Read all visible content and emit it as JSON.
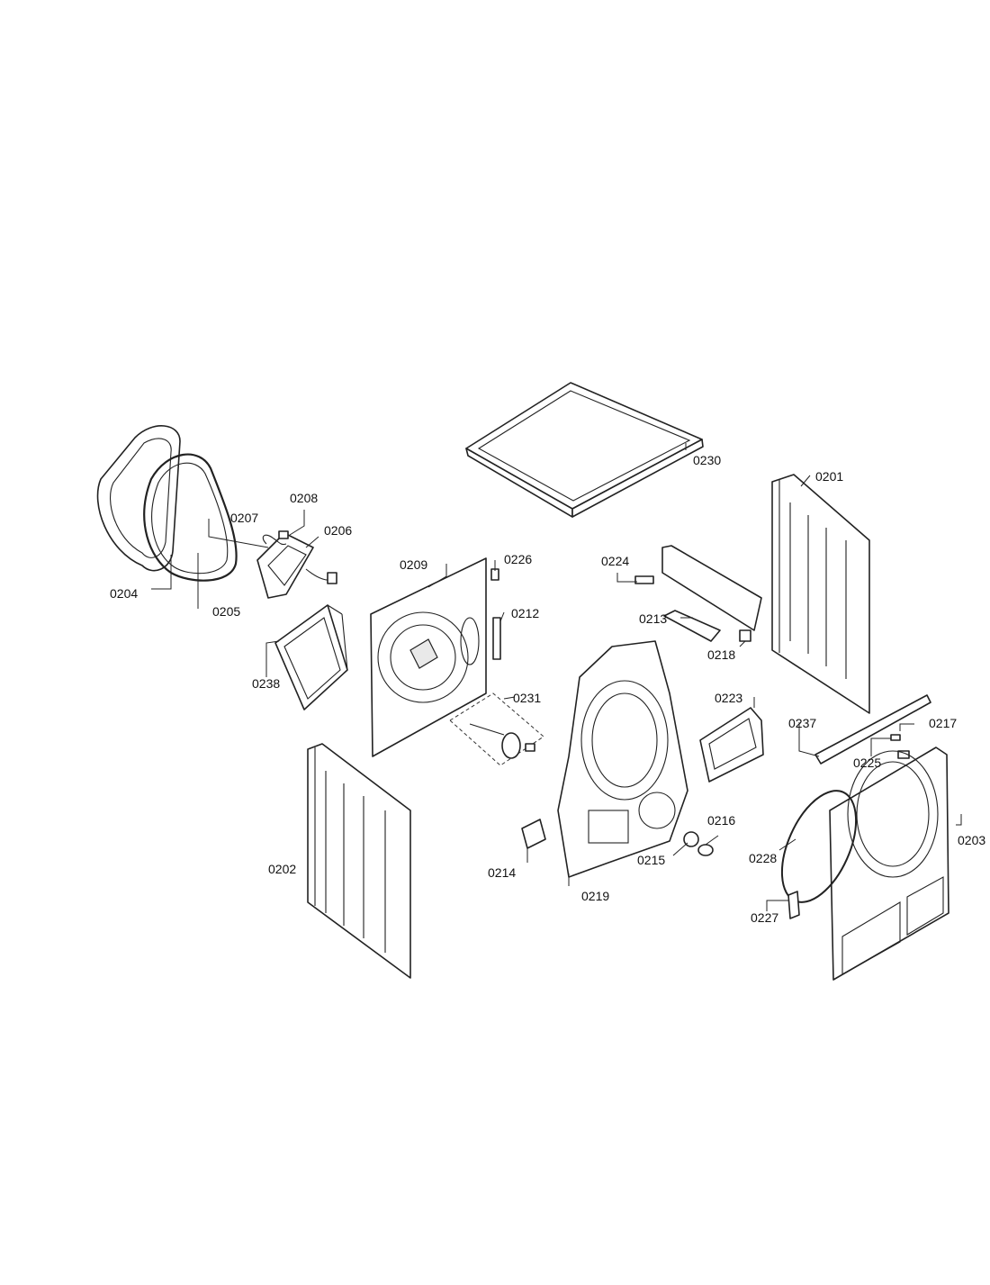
{
  "diagram": {
    "part_labels": {
      "p0201": "0201",
      "p0202": "0202",
      "p0203": "0203",
      "p0204": "0204",
      "p0205": "0205",
      "p0206": "0206",
      "p0207": "0207",
      "p0208": "0208",
      "p0209": "0209",
      "p0212": "0212",
      "p0213": "0213",
      "p0214": "0214",
      "p0215": "0215",
      "p0216": "0216",
      "p0217": "0217",
      "p0218": "0218",
      "p0219": "0219",
      "p0223": "0223",
      "p0224": "0224",
      "p0225": "0225",
      "p0226": "0226",
      "p0227": "0227",
      "p0228": "0228",
      "p0230": "0230",
      "p0231": "0231",
      "p0237": "0237",
      "p0238": "0238"
    }
  }
}
